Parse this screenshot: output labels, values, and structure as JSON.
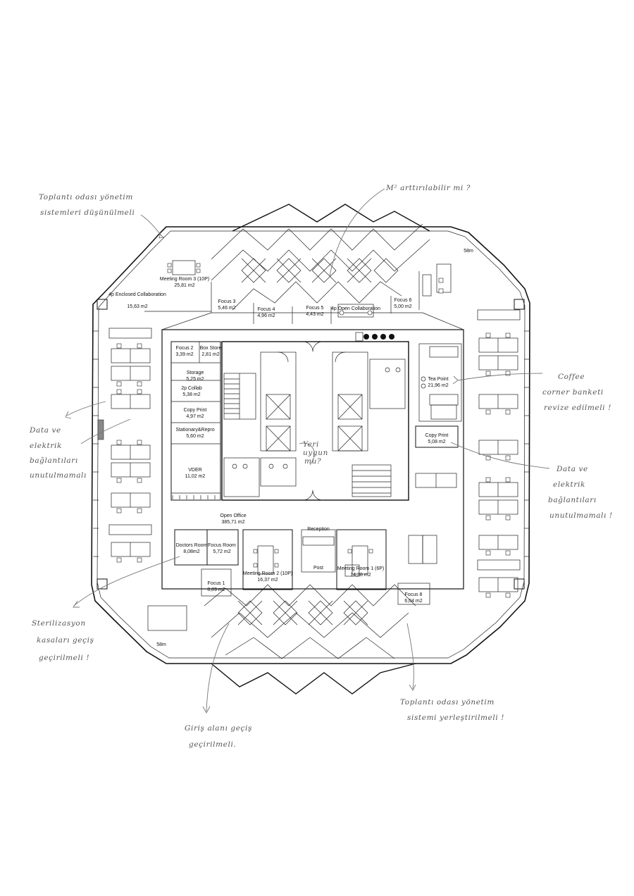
{
  "rooms": {
    "meeting_room_3": {
      "name": "Meeting Room 3 (10P)",
      "area": "25,81 m2"
    },
    "enclosed_collab": {
      "name": "4p Enclosed Collaboration",
      "area": "15,63 m2"
    },
    "focus_3": {
      "name": "Focus 3",
      "area": "5,46 m2"
    },
    "focus_4": {
      "name": "Focus 4",
      "area": "4,96 m2"
    },
    "focus_5": {
      "name": "Focus 5",
      "area": "4,43 m2"
    },
    "open_collab": {
      "name": "4p Open Collaboration"
    },
    "focus_6": {
      "name": "Focus 6",
      "area": "5,00 m2"
    },
    "focus_2": {
      "name": "Focus 2",
      "area": "3,39 m2"
    },
    "box_store": {
      "name": "Box Store",
      "area": "2,81 m2"
    },
    "storage": {
      "name": "Storage",
      "area": "5,25 m2"
    },
    "2p_collab": {
      "name": "2p Collab",
      "area": "5,38 m2"
    },
    "copy_print_w": {
      "name": "Copy Print",
      "area": "4,97 m2"
    },
    "stationary": {
      "name": "Stationary&Repro",
      "area": "5,60 m2"
    },
    "vder": {
      "name": "VDER",
      "area": "11,02 m2"
    },
    "tea_point": {
      "name": "Tea Point",
      "area": "21,96 m2"
    },
    "copy_print_e": {
      "name": "Copy Print",
      "area": "5,08 m2"
    },
    "open_office": {
      "name": "Open Office",
      "area": "385,71 m2"
    },
    "doctors_room": {
      "name": "Doctors Room",
      "area": "8,08m2"
    },
    "focus_room": {
      "name": "Focus Room",
      "area": "5,72 m2"
    },
    "focus_1": {
      "name": "Focus 1",
      "area": "8,89 m2"
    },
    "meeting_room_2": {
      "name": "Meeting Room 2 (10P)",
      "area": "16,37 m2"
    },
    "reception": {
      "name": "Reception"
    },
    "post": {
      "name": "Post"
    },
    "meeting_room_1": {
      "name": "Meeting Room 1 (6P)",
      "area": "14,38 m2"
    },
    "focus_8": {
      "name": "Focus 8",
      "area": "6,04 m2"
    }
  },
  "dimensions": {
    "ne": "58m",
    "sw": "58m"
  },
  "notes": {
    "top_left": [
      "Toplantı odası yönetim",
      "sistemleri düşünülmeli"
    ],
    "top_center": "M² arttırılabilir mi ?",
    "left_mid": [
      "Data ve",
      "elektrik",
      "bağlantıları",
      "unutulmamalı"
    ],
    "right_top": [
      "Coffee",
      "corner banketi",
      "revize edilmeli !"
    ],
    "right_mid": [
      "Data ve",
      "elektrik",
      "bağlantıları",
      "unutulmamalı !"
    ],
    "core": [
      "Yeri",
      "uygun",
      "mu?"
    ],
    "left_low": [
      "Sterilizasyon",
      "kasaları geçiş",
      "geçirilmeli !"
    ],
    "bottom_right": [
      "Toplantı odası yönetim",
      "sistemi yerleştirilmeli !"
    ],
    "bottom_center": [
      "Giriş alanı geçiş",
      "geçirilmeli."
    ]
  }
}
